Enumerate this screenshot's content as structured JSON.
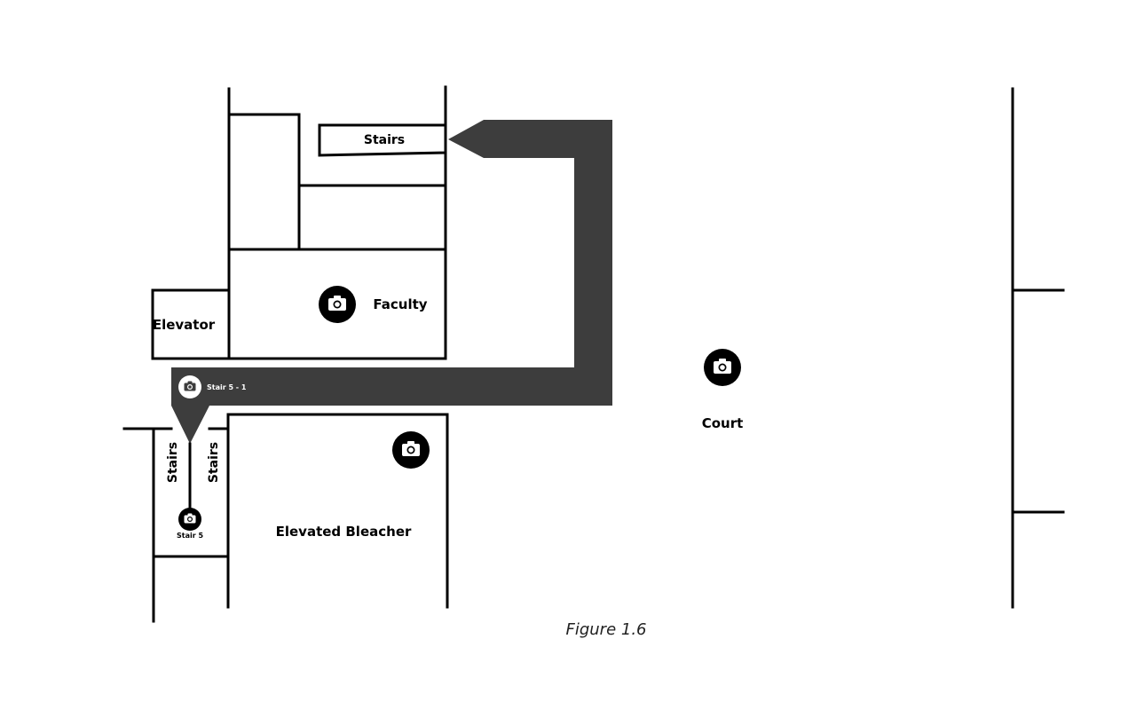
{
  "map": {
    "labels": {
      "stairs_top": "Stairs",
      "faculty": "Faculty",
      "elevator": "Elevator",
      "stairs_left": "Stairs",
      "stairs_right": "Stairs",
      "stair5": "Stair 5",
      "stair5_1": "Stair 5 - 1",
      "bleacher": "Elevated Bleacher",
      "court": "Court"
    },
    "caption": "Figure 1.6"
  },
  "colors": {
    "route": "#3d3d3d",
    "walls": "#000000",
    "camera": "#000000",
    "camera_on_route": "#ffffff"
  },
  "icons": [
    "camera-icon"
  ]
}
